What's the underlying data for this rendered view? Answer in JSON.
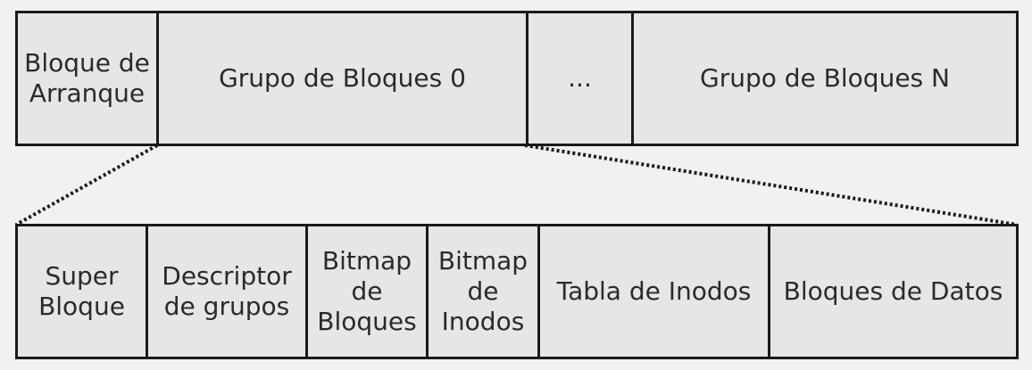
{
  "top_row": {
    "boot_block": "Bloque de\nArranque",
    "group_0": "Grupo de Bloques 0",
    "ellipsis": "...",
    "group_n": "Grupo de Bloques N"
  },
  "bottom_row": {
    "superblock": "Super\nBloque",
    "group_descriptor": "Descriptor\nde grupos",
    "block_bitmap": "Bitmap\nde\nBloques",
    "inode_bitmap": "Bitmap\nde\nInodos",
    "inode_table": "Tabla de Inodos",
    "data_blocks": "Bloques de Datos"
  },
  "colors": {
    "cell_fill": "#e6e6e6",
    "border": "#1a1a1a",
    "background": "#f1f1f1"
  }
}
